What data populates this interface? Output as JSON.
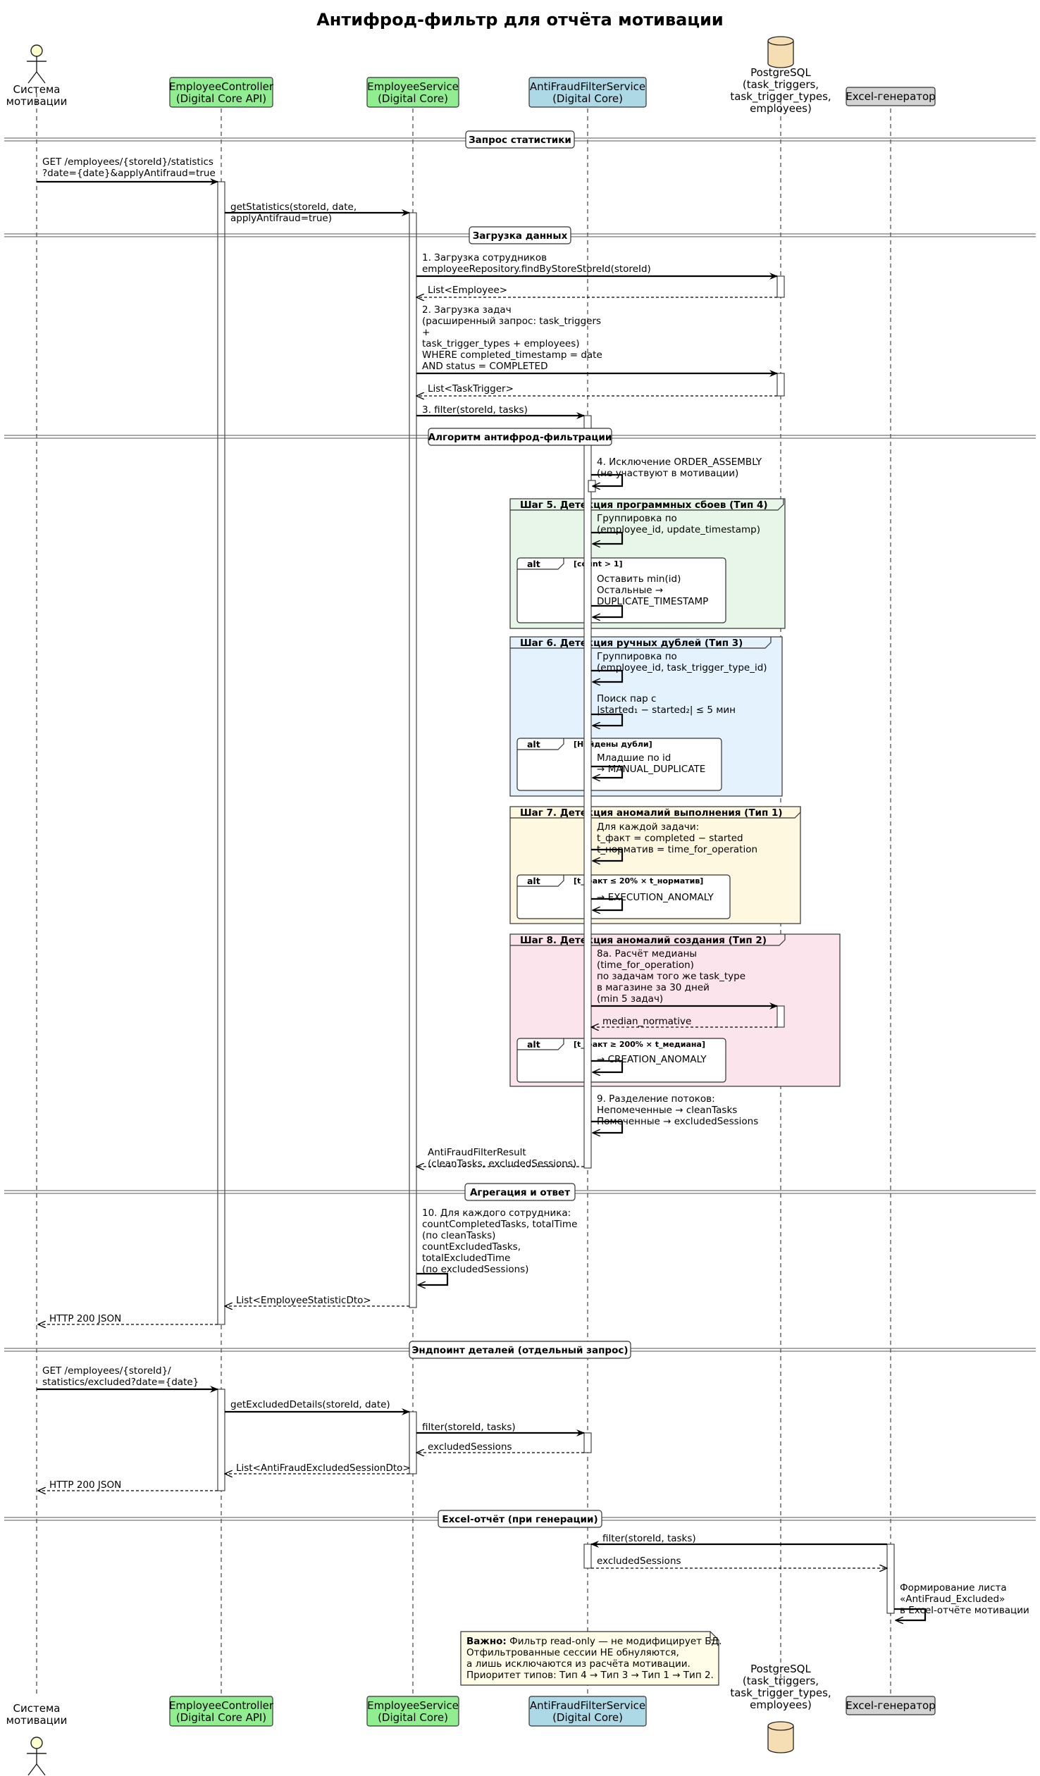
{
  "title": "Антифрод-фильтр для отчёта мотивации",
  "participants": [
    {
      "id": "sys",
      "kind": "actor",
      "lines": [
        "Система",
        "мотивации"
      ],
      "color": "#FEFECE"
    },
    {
      "id": "ec",
      "kind": "box",
      "lines": [
        "EmployeeController",
        "(Digital Core API)"
      ],
      "color": "#90EE90"
    },
    {
      "id": "es",
      "kind": "box",
      "lines": [
        "EmployeeService",
        "(Digital Core)"
      ],
      "color": "#90EE90"
    },
    {
      "id": "af",
      "kind": "box",
      "lines": [
        "AntiFraudFilterService",
        "(Digital Core)"
      ],
      "color": "#ADD8E6"
    },
    {
      "id": "db",
      "kind": "database",
      "lines": [
        "PostgreSQL",
        "(task_triggers,",
        "task_trigger_types,",
        "employees)"
      ],
      "color": "#F5DEB3"
    },
    {
      "id": "xl",
      "kind": "box",
      "lines": [
        "Excel-генератор"
      ],
      "color": "#D3D3D3"
    }
  ],
  "separators": [
    "Запрос статистики",
    "Загрузка данных",
    "Алгоритм антифрод-фильтрации",
    "Агрегация и ответ",
    "Эндпоинт деталей (отдельный запрос)",
    "Excel-отчёт (при генерации)"
  ],
  "groups": [
    {
      "label": "Шаг 5. Детекция программных сбоев (Тип 4)",
      "color": "#E8F5E9"
    },
    {
      "label": "Шаг 6. Детекция ручных дублей (Тип 3)",
      "color": "#E3F2FD"
    },
    {
      "label": "Шаг 7. Детекция аномалий выполнения (Тип 1)",
      "color": "#FFF8E1"
    },
    {
      "label": "Шаг 8. Детекция аномалий создания (Тип 2)",
      "color": "#FCE4EC"
    }
  ],
  "alts": [
    {
      "label": "alt",
      "cond": "[count > 1]"
    },
    {
      "label": "alt",
      "cond": "[Найдены дубли]"
    },
    {
      "label": "alt",
      "cond": "[t_факт ≤ 20% × t_норматив]"
    },
    {
      "label": "alt",
      "cond": "[t_факт ≥ 200% × t_медиана]"
    }
  ],
  "messages": [
    {
      "from": "sys",
      "to": "ec",
      "dashed": false,
      "lines": [
        "GET /employees/{storeId}/statistics",
        "?date={date}&applyAntifraud=true"
      ]
    },
    {
      "from": "ec",
      "to": "es",
      "dashed": false,
      "lines": [
        "getStatistics(storeId, date,",
        "applyAntifraud=true)"
      ]
    },
    {
      "from": "es",
      "to": "db",
      "dashed": false,
      "lines": [
        "1. Загрузка сотрудников",
        "employeeRepository.findByStoreStoreId(storeId)"
      ]
    },
    {
      "from": "db",
      "to": "es",
      "dashed": true,
      "lines": [
        "List<Employee>"
      ]
    },
    {
      "from": "es",
      "to": "db",
      "dashed": false,
      "lines": [
        "2. Загрузка задач",
        "(расширенный запрос: task_triggers",
        "+",
        "task_trigger_types + employees)",
        "WHERE completed_timestamp = date",
        "AND status = COMPLETED"
      ]
    },
    {
      "from": "db",
      "to": "es",
      "dashed": true,
      "lines": [
        "List<TaskTrigger>"
      ]
    },
    {
      "from": "es",
      "to": "af",
      "dashed": false,
      "lines": [
        "3. filter(storeId, tasks)"
      ]
    },
    {
      "from": "af",
      "to": "af",
      "dashed": false,
      "lines": [
        "4. Исключение ORDER_ASSEMBLY",
        "(не участвуют в мотивации)"
      ]
    },
    {
      "from": "af",
      "to": "af",
      "dashed": false,
      "lines": [
        "Группировка по",
        "(employee_id, update_timestamp)"
      ]
    },
    {
      "from": "af",
      "to": "af",
      "dashed": false,
      "lines": [
        "Оставить min(id)",
        "Остальные →",
        "DUPLICATE_TIMESTAMP"
      ]
    },
    {
      "from": "af",
      "to": "af",
      "dashed": false,
      "lines": [
        "Группировка по",
        "(employee_id, task_trigger_type_id)"
      ]
    },
    {
      "from": "af",
      "to": "af",
      "dashed": false,
      "lines": [
        "Поиск пар с",
        "|started₁ − started₂| ≤ 5 мин"
      ]
    },
    {
      "from": "af",
      "to": "af",
      "dashed": false,
      "lines": [
        "Младшие по id",
        "→ MANUAL_DUPLICATE"
      ]
    },
    {
      "from": "af",
      "to": "af",
      "dashed": false,
      "lines": [
        "Для каждой задачи:",
        "t_факт = completed − started",
        "t_норматив = time_for_operation"
      ]
    },
    {
      "from": "af",
      "to": "af",
      "dashed": false,
      "lines": [
        "→ EXECUTION_ANOMALY"
      ]
    },
    {
      "from": "af",
      "to": "db",
      "dashed": false,
      "lines": [
        "8a. Расчёт медианы",
        "(time_for_operation)",
        "по задачам того же task_type",
        "в магазине за 30 дней",
        "(min 5 задач)"
      ]
    },
    {
      "from": "db",
      "to": "af",
      "dashed": true,
      "lines": [
        "median_normative"
      ]
    },
    {
      "from": "af",
      "to": "af",
      "dashed": false,
      "lines": [
        "→ CREATION_ANOMALY"
      ]
    },
    {
      "from": "af",
      "to": "af",
      "dashed": false,
      "lines": [
        "9. Разделение потоков:",
        "Непомеченные → cleanTasks",
        "Помеченные → excludedSessions"
      ]
    },
    {
      "from": "af",
      "to": "es",
      "dashed": true,
      "lines": [
        "AntiFraudFilterResult",
        "(cleanTasks, excludedSessions)"
      ]
    },
    {
      "from": "es",
      "to": "es",
      "dashed": false,
      "lines": [
        "10. Для каждого сотрудника:",
        "countCompletedTasks, totalTime",
        "(по cleanTasks)",
        "countExcludedTasks,",
        "totalExcludedTime",
        "(по excludedSessions)"
      ]
    },
    {
      "from": "es",
      "to": "ec",
      "dashed": true,
      "lines": [
        "List<EmployeeStatisticDto>"
      ]
    },
    {
      "from": "ec",
      "to": "sys",
      "dashed": true,
      "lines": [
        "HTTP 200 JSON"
      ]
    },
    {
      "from": "sys",
      "to": "ec",
      "dashed": false,
      "lines": [
        "GET /employees/{storeId}/",
        "statistics/excluded?date={date}"
      ]
    },
    {
      "from": "ec",
      "to": "es",
      "dashed": false,
      "lines": [
        "getExcludedDetails(storeId, date)"
      ]
    },
    {
      "from": "es",
      "to": "af",
      "dashed": false,
      "lines": [
        "filter(storeId, tasks)"
      ]
    },
    {
      "from": "af",
      "to": "es",
      "dashed": true,
      "lines": [
        "excludedSessions"
      ]
    },
    {
      "from": "es",
      "to": "ec",
      "dashed": true,
      "lines": [
        "List<AntiFraudExcludedSessionDto>"
      ]
    },
    {
      "from": "ec",
      "to": "sys",
      "dashed": true,
      "lines": [
        "HTTP 200 JSON"
      ]
    },
    {
      "from": "xl",
      "to": "af",
      "dashed": false,
      "lines": [
        "filter(storeId, tasks)"
      ]
    },
    {
      "from": "af",
      "to": "xl",
      "dashed": true,
      "lines": [
        "excludedSessions"
      ]
    },
    {
      "from": "xl",
      "to": "xl",
      "dashed": false,
      "lines": [
        "Формирование листа",
        "«AntiFraud_Excluded»",
        "в Excel-отчёте мотивации"
      ]
    }
  ],
  "note": {
    "bold": "Важно:",
    "first_rest": " Фильтр read-only — не модифицирует БД.",
    "lines": [
      "Отфильтрованные сессии НЕ обнуляются,",
      "а лишь исключаются из расчёта мотивации.",
      "Приоритет типов: Тип 4 → Тип 3 → Тип 1 → Тип 2."
    ],
    "color": "#FFFDE7"
  }
}
